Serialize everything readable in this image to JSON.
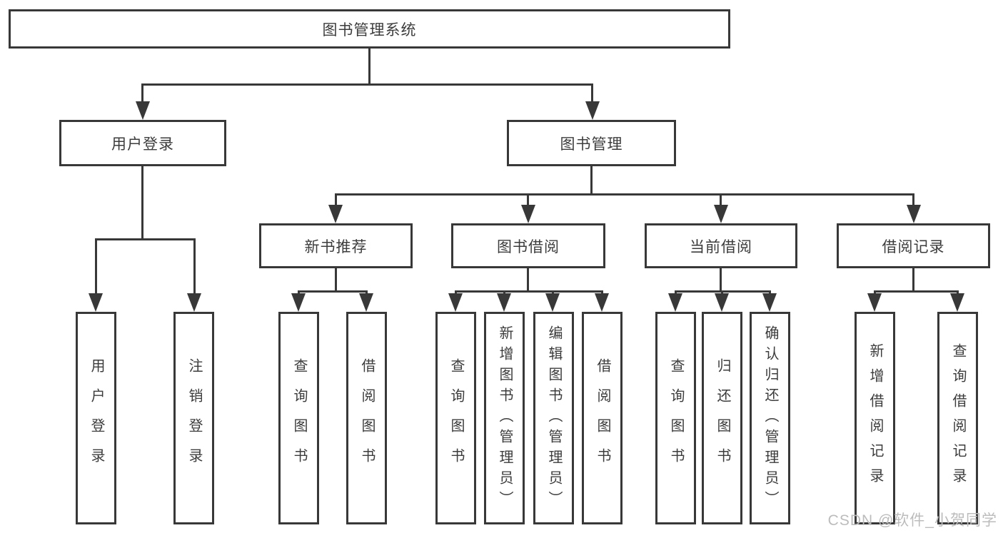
{
  "diagram": {
    "title": "图书管理系统",
    "root": {
      "label": "图书管理系统"
    },
    "level2": [
      {
        "label": "用户登录"
      },
      {
        "label": "图书管理"
      }
    ],
    "level3": [
      {
        "label": "新书推荐"
      },
      {
        "label": "图书借阅"
      },
      {
        "label": "当前借阅"
      },
      {
        "label": "借阅记录"
      }
    ],
    "leaves": {
      "user_login": [
        "用户登录",
        "注销登录"
      ],
      "new_book": [
        "查询图书",
        "借阅图书"
      ],
      "book_borrow": [
        "查询图书",
        "新增图书（管理员）",
        "编辑图书（管理员）",
        "借阅图书"
      ],
      "current_borrow": [
        "查询图书",
        "归还图书",
        "确认归还（管理员）"
      ],
      "borrow_records": [
        "新增借阅记录",
        "查询借阅记录"
      ]
    },
    "colors": {
      "line": "#383838",
      "text": "#3c3c3c",
      "background": "#ffffff",
      "watermark": "#bcbcbc"
    },
    "watermark": "CSDN @软件_小贺同学"
  }
}
